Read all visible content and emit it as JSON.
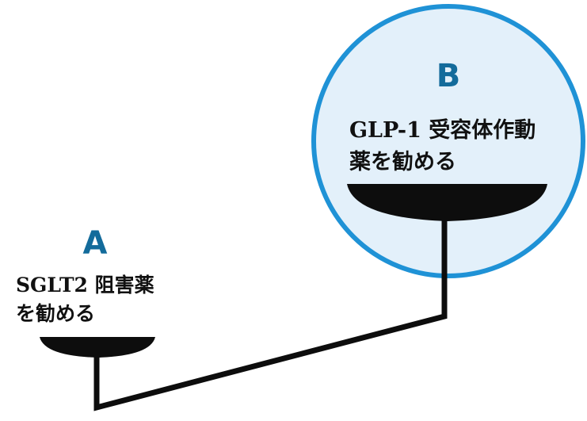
{
  "colors": {
    "accent": "#1f92d6",
    "circle_fill": "#e3f0fa",
    "letter": "#136b9b",
    "pan": "#0d0d0d",
    "text": "#111111"
  },
  "option_a": {
    "letter": "A",
    "line1": "SGLT2 阻害薬",
    "line2": "を勧める"
  },
  "option_b": {
    "letter": "B",
    "line1": "GLP-1 受容体作動",
    "line2": "薬を勧める"
  }
}
